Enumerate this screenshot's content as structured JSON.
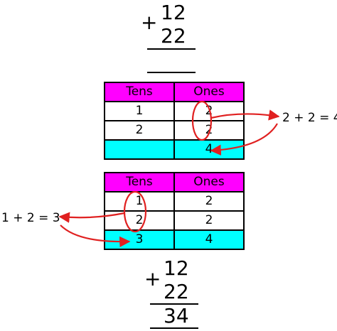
{
  "problem_top": {
    "operator": "+",
    "addend1": "12",
    "addend2": "22",
    "answer": ""
  },
  "table_ones": {
    "headers": [
      "Tens",
      "Ones"
    ],
    "rows": [
      [
        "1",
        "2"
      ],
      [
        "2",
        "2"
      ]
    ],
    "sum_row": [
      "",
      "4"
    ]
  },
  "note_ones": "2 + 2 = 4",
  "table_tens": {
    "headers": [
      "Tens",
      "Ones"
    ],
    "rows": [
      [
        "1",
        "2"
      ],
      [
        "2",
        "2"
      ]
    ],
    "sum_row": [
      "3",
      "4"
    ]
  },
  "note_tens": "1 + 2 = 3",
  "problem_bottom": {
    "operator": "+",
    "addend1": "12",
    "addend2": "22",
    "answer": "34"
  },
  "colors": {
    "header_fill": "#ff00ff",
    "sum_fill": "#00ffff",
    "annotation": "#e02020"
  }
}
